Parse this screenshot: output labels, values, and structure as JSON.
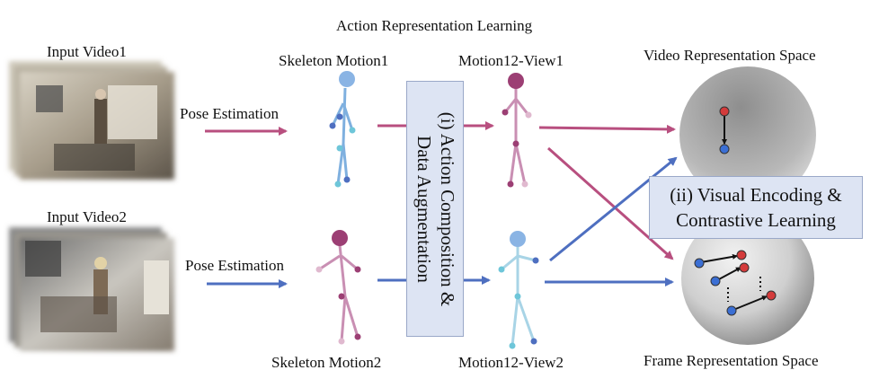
{
  "title": "Action Representation Learning",
  "input_video1": "Input Video1",
  "input_video2": "Input Video2",
  "pose_estimation_1": "Pose Estimation",
  "pose_estimation_2": "Pose Estimation",
  "skeleton_motion1": "Skeleton Motion1",
  "skeleton_motion2": "Skeleton Motion2",
  "motion_view1": "Motion12-View1",
  "motion_view2": "Motion12-View2",
  "step1": {
    "line1": "(i) Action Composition &",
    "line2": "Data Augmentation"
  },
  "step2": {
    "line1": "(ii) Visual Encoding &",
    "line2": "Contrastive Learning"
  },
  "video_space": "Video Representation Space",
  "frame_space": "Frame Representation Space",
  "colors": {
    "pink": "#b84f7f",
    "blue": "#4e6fc0",
    "box": "#dde4f3"
  }
}
